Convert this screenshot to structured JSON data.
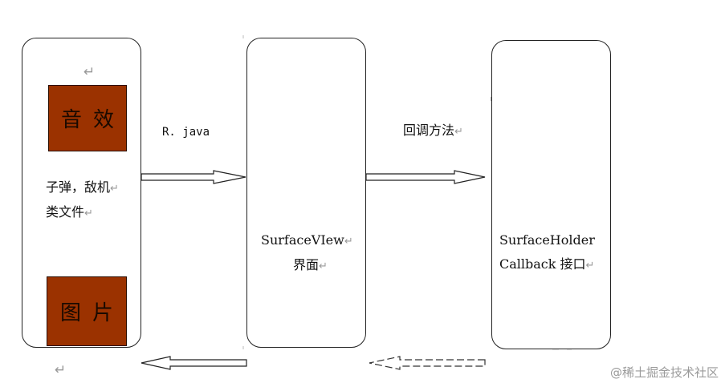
{
  "left_box": {
    "tile_top": "音效",
    "tile_bottom": "图片",
    "line1": "子弹，敌机",
    "line2": "类文件"
  },
  "middle_box": {
    "line1": "SurfaceVIew",
    "line2": "界面"
  },
  "right_box": {
    "line1": "SurfaceHolder",
    "line2": "Callback 接口"
  },
  "arrows": {
    "label_left": "R. java",
    "label_right": "回调方法"
  },
  "paragraph_mark": "↵",
  "watermark": "@稀土掘金技术社区",
  "colors": {
    "tile_fill": "#9b3200",
    "stroke": "#222222"
  }
}
